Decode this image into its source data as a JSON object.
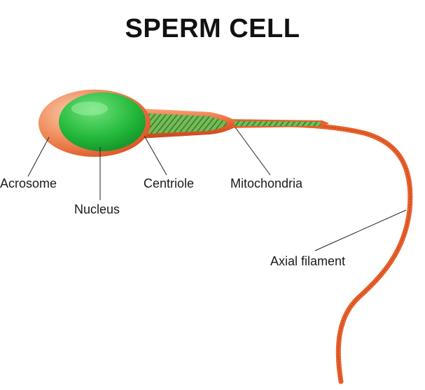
{
  "title": "SPERM CELL",
  "labels": {
    "acrosome": "Acrosome",
    "nucleus": "Nucleus",
    "centriole": "Centriole",
    "mitochondria": "Mitochondria",
    "axial_filament": "Axial filament"
  },
  "colors": {
    "membrane": "#e8602c",
    "membrane_light": "#f6b48a",
    "nucleus": "#22b83a",
    "mitochondria": "#5fb84a",
    "leader_line": "#222222"
  }
}
